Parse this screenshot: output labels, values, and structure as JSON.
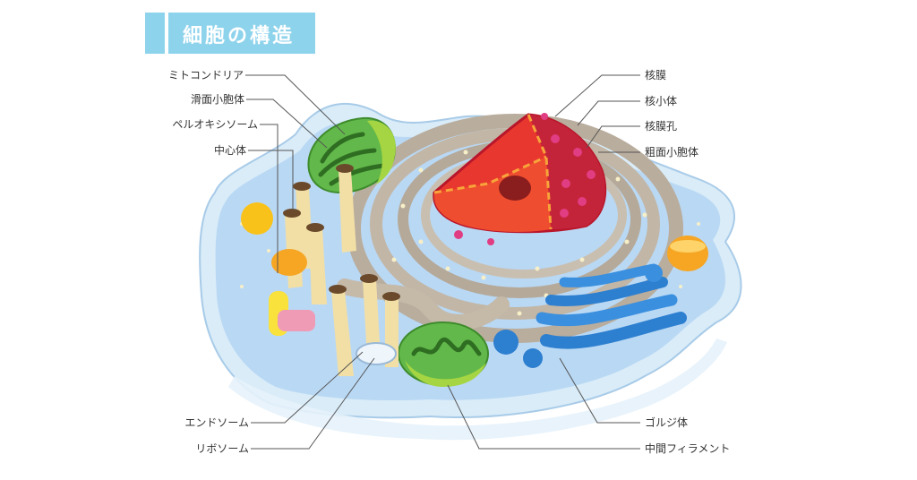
{
  "title": "細胞の構造",
  "labels_left": [
    "ミトコンドリア",
    "滑面小胞体",
    "ペルオキシソーム",
    "中心体",
    "エンドソーム",
    "リボソーム"
  ],
  "labels_right": [
    "核膜",
    "核小体",
    "核膜孔",
    "粗面小胞体",
    "ゴルジ体",
    "中間フィラメント"
  ],
  "colors": {
    "title_bg": "#8ed3ec",
    "cytoplasm": "#b7d7f3",
    "membrane": "#d9ecf8",
    "nucleus": "#e8372e",
    "nucleus_dark": "#c4243a",
    "er": "#b5aa9b",
    "mitochondria": "#62b84a",
    "golgi": "#2d7fd0",
    "centriole": "#f2dfa6",
    "lysosome": "#f6a623",
    "leader_line": "#555555"
  }
}
